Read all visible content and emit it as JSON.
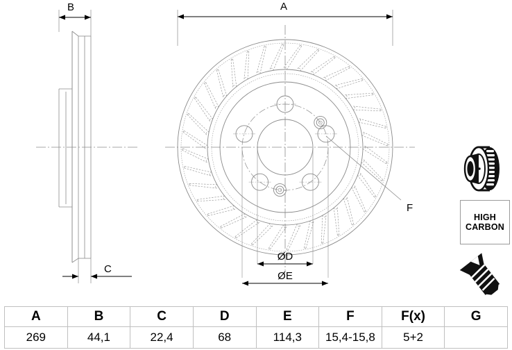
{
  "document": {
    "type": "technical-drawing",
    "subject": "vented brake disc dimensional drawing"
  },
  "drawing": {
    "side_view": {
      "dimension_labels": [
        {
          "id": "B",
          "label": "B",
          "description": "overall disc thickness (outer width)"
        },
        {
          "id": "C",
          "label": "C",
          "description": "friction ring thickness"
        }
      ]
    },
    "face_view": {
      "dimension_labels": [
        {
          "id": "A",
          "label": "A",
          "description": "outer diameter"
        },
        {
          "id": "D",
          "label": "ØD",
          "description": "centre bore diameter"
        },
        {
          "id": "E",
          "label": "ØE",
          "description": "bolt pitch circle diameter"
        },
        {
          "id": "F",
          "label": "F",
          "description": "wheel bolt hole / thread size"
        }
      ],
      "bolt_hole_count": 5,
      "small_hole_count": 2
    }
  },
  "icons": {
    "disc_icon": "brake-disc-3d-icon",
    "screw_icon": "countersunk-screw-icon",
    "badge": {
      "line1": "HIGH",
      "line2": "CARBON"
    }
  },
  "spec_table": {
    "headers": [
      "A",
      "B",
      "C",
      "D",
      "E",
      "F",
      "F(x)",
      "G"
    ],
    "values": [
      "269",
      "44,1",
      "22,4",
      "68",
      "114,3",
      "15,4-15,8",
      "5+2",
      ""
    ]
  },
  "colors": {
    "line": "#808080",
    "text": "#000000",
    "table_border": "#bfbfbf",
    "icon_fill": "#000000"
  }
}
